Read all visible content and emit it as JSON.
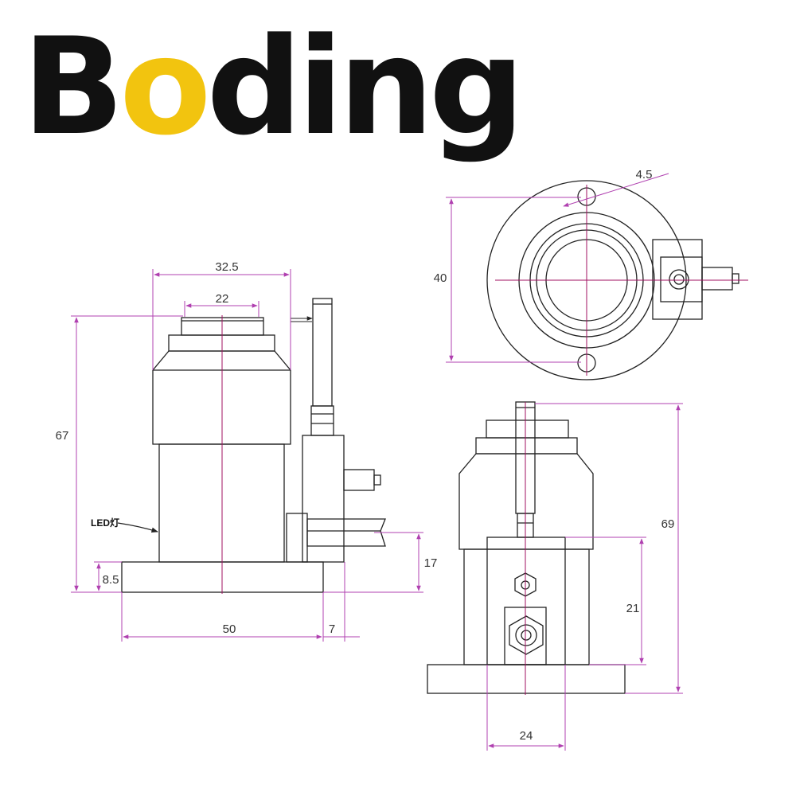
{
  "logo": {
    "part1": "B",
    "part2": "o",
    "part3": "ding"
  },
  "colors": {
    "brand_yellow": "#f2c40f",
    "dimension": "#b040b0",
    "outline": "#222222",
    "center": "#a01060"
  },
  "dimensions": {
    "top_width": "32.5",
    "top_inner": "22",
    "height_left": "67",
    "base_height": "8.5",
    "base_width": "50",
    "offset": "7",
    "pipe_height": "17",
    "circle_diameter": "40",
    "hole": "4.5",
    "height_right": "69",
    "port_height": "21",
    "block_width": "24"
  },
  "annotations": {
    "led": "LED灯"
  }
}
